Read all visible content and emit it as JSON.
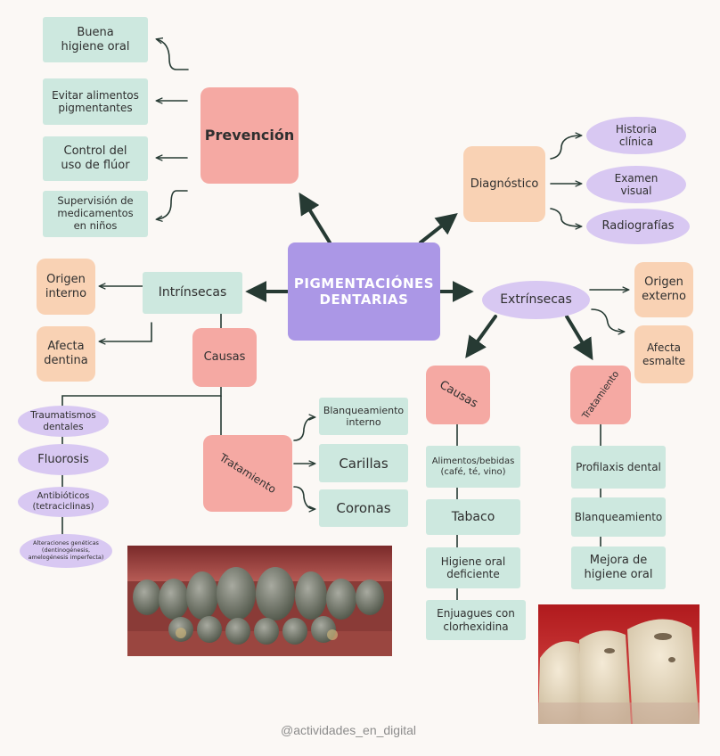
{
  "center": "PIGMENTACIÓNES\nDENTARIAS",
  "prevencion": {
    "title": "Prevención",
    "items": [
      "Buena\nhigiene oral",
      "Evitar alimentos\npigmentantes",
      "Control del\nuso de flúor",
      "Supervisión de\nmedicamentos\nen niños"
    ]
  },
  "diagnostico": {
    "title": "Diagnóstico",
    "items": [
      "Historia\nclínica",
      "Examen\nvisual",
      "Radiografías"
    ]
  },
  "intrinsecas": {
    "title": "Intrínsecas",
    "origen": "Origen\ninterno",
    "afecta": "Afecta\ndentina",
    "causas_title": "Causas",
    "causas": [
      "Traumatismos\ndentales",
      "Fluorosis",
      "Antibióticos\n(tetraciclinas)",
      "Alteraciones genéticas\n(dentinogénesis,\namelogénesis imperfecta)"
    ],
    "tratamiento_title": "Tratamiento",
    "tratamiento": [
      "Blanqueamiento\ninterno",
      "Carillas",
      "Coronas"
    ]
  },
  "extrinsecas": {
    "title": "Extrínsecas",
    "origen": "Origen\nexterno",
    "afecta": "Afecta\nesmalte",
    "causas_title": "Causas",
    "causas": [
      "Alimentos/bebidas\n(café, té, vino)",
      "Tabaco",
      "Higiene oral\ndeficiente",
      "Enjuagues con\nclorhexidina"
    ],
    "tratamiento_title": "Tratamiento",
    "tratamiento": [
      "Profilaxis dental",
      "Blanqueamiento",
      "Mejora de\nhigiene oral"
    ]
  },
  "credit": "@actividades_en_digital"
}
